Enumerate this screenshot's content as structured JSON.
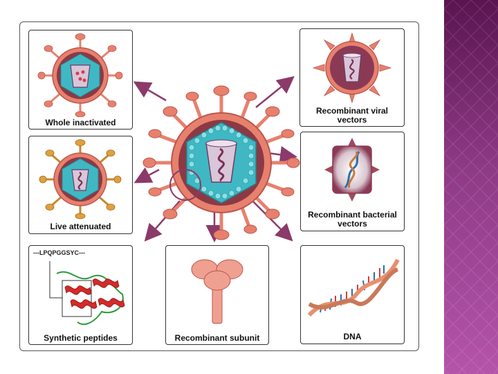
{
  "panels": {
    "whole_inactivated": "Whole inactivated",
    "live_attenuated": "Live attenuated",
    "synthetic_peptides": "Synthetic peptides",
    "peptide_sequence": "---LPQPGGSYC---",
    "recombinant_subunit": "Recombinant subunit",
    "recombinant_viral_vectors": "Recombinant viral vectors",
    "recombinant_bacterial_vectors": "Recombinant bacterial vectors",
    "dna": "DNA"
  },
  "colors": {
    "arrow": "#8b3a6a",
    "spike": "#e8806e",
    "capsid": "#3fb8c4",
    "sidebar": "#8e3a86"
  }
}
